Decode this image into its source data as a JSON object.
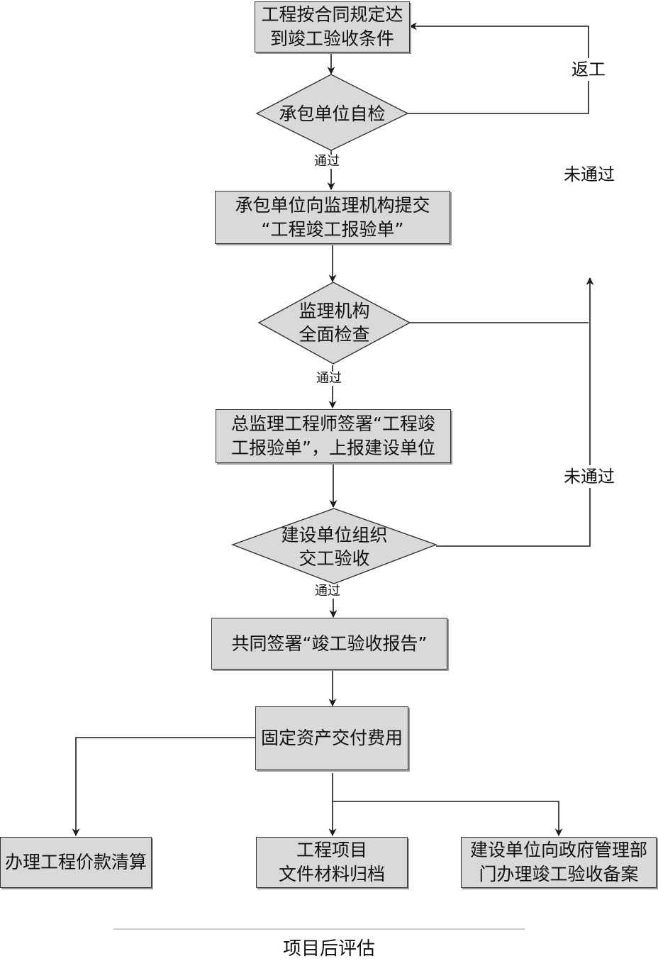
{
  "nodes": {
    "start": {
      "lines": [
        "工程按合同规定达",
        "到竣工验收条件"
      ]
    },
    "self_check": {
      "lines": [
        "承包单位自检"
      ]
    },
    "submit_report": {
      "lines": [
        "承包单位向监理机构提交",
        "“工程竣工报验单”"
      ]
    },
    "supervision_check": {
      "lines": [
        "监理机构",
        "全面检查"
      ]
    },
    "chief_sign": {
      "lines": [
        "总监理工程师签署“工程竣",
        "工报验单”，上报建设单位"
      ]
    },
    "owner_acceptance": {
      "lines": [
        "建设单位组织",
        "交工验收"
      ]
    },
    "joint_sign": {
      "lines": [
        "共同签署“竣工验收报告”"
      ]
    },
    "asset_delivery": {
      "lines": [
        "固定资产交付费用"
      ]
    },
    "settlement": {
      "lines": [
        "办理工程价款清算"
      ]
    },
    "archive": {
      "lines": [
        "工程项目",
        "文件材料归档"
      ]
    },
    "government_record": {
      "lines": [
        "建设单位向政府管理部",
        "门办理竣工验收备案"
      ]
    }
  },
  "edge_labels": {
    "pass_1": "通过",
    "pass_2": "通过",
    "pass_3": "通过",
    "fail_1": "未通过",
    "fail_2": "未通过",
    "rework": "返工"
  },
  "footer": {
    "text": "项目后评估"
  },
  "colors": {
    "box_fill": "#d9d9d9",
    "box_border": "#333333",
    "line": "#1a1a1a",
    "shadow": "#9a9a9a"
  }
}
